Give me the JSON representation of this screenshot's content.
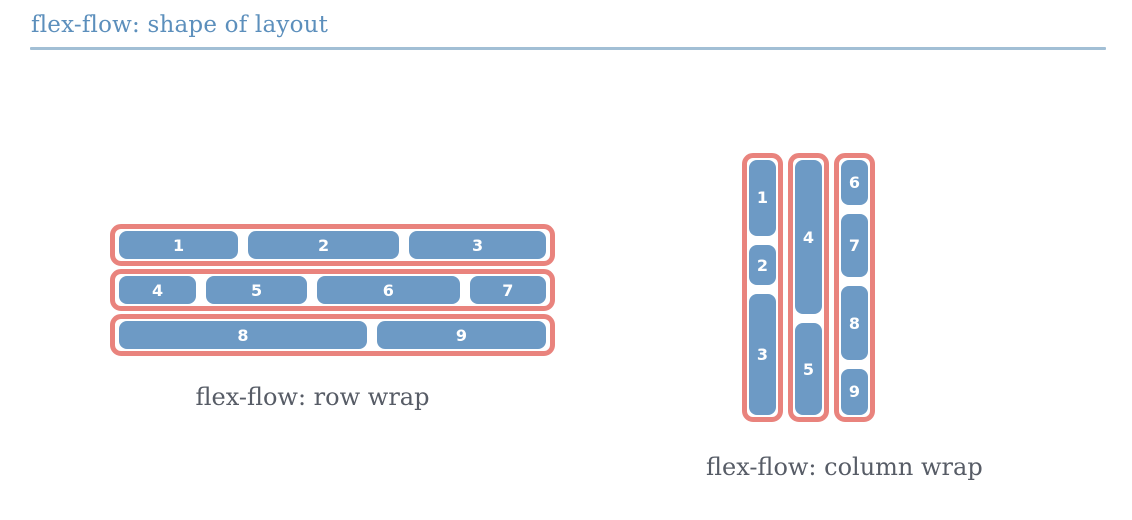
{
  "page": {
    "title": "flex-flow: shape of layout"
  },
  "colors": {
    "title_blue": "#5c8fbc",
    "rule_blue": "#a2bfd5",
    "item_blue": "#6d9ac5",
    "container_salmon": "#e9837d",
    "caption_gray": "#575c66",
    "item_text": "#ffffff"
  },
  "figures": {
    "row_wrap": {
      "caption": "flex-flow: row wrap",
      "rows": [
        {
          "boxes": [
            "1",
            "2",
            "3"
          ]
        },
        {
          "boxes": [
            "4",
            "5",
            "6",
            "7"
          ]
        },
        {
          "boxes": [
            "8",
            "9"
          ]
        }
      ]
    },
    "column_wrap": {
      "caption": "flex-flow: column wrap",
      "columns": [
        {
          "boxes": [
            "1",
            "2",
            "3"
          ]
        },
        {
          "boxes": [
            "4",
            "5"
          ]
        },
        {
          "boxes": [
            "6",
            "7",
            "8",
            "9"
          ]
        }
      ]
    }
  }
}
